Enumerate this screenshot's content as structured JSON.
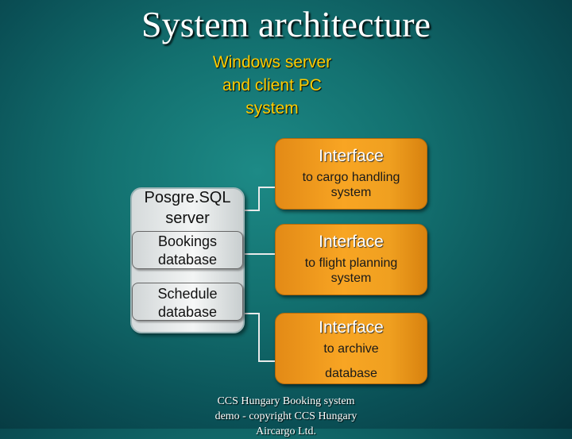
{
  "title": "System architecture",
  "subtitle": [
    "Windows server",
    "and client PC",
    "system"
  ],
  "postgres": {
    "title": [
      "Posgre.SQL",
      "server"
    ],
    "bookings": [
      "Bookings",
      "database"
    ],
    "schedule": [
      "Schedule",
      "database"
    ]
  },
  "interfaces": [
    {
      "heading": "Interface",
      "sub": [
        "to cargo handling",
        "system"
      ]
    },
    {
      "heading": "Interface",
      "sub": [
        "to flight planning",
        "system"
      ]
    },
    {
      "heading": "Interface",
      "sub": [
        "to archive",
        "database"
      ]
    }
  ],
  "caption": [
    "CCS Hungary Booking system",
    "demo - copyright CCS Hungary",
    "Aircargo Ltd."
  ],
  "colors": {
    "interface_box": "#f8a523",
    "subtitle_text": "#ffcc00",
    "background": "#137170"
  }
}
